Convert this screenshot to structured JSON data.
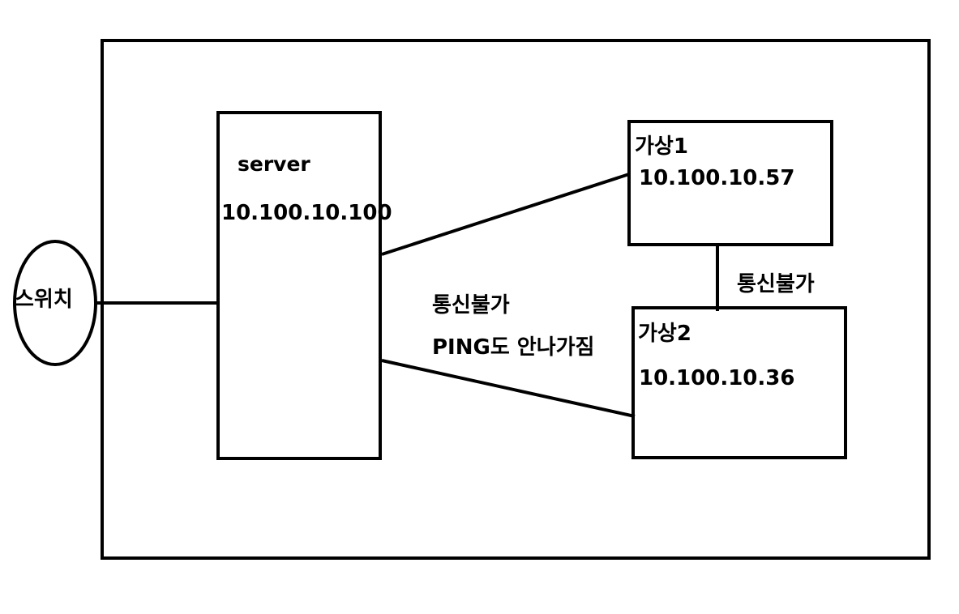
{
  "switch": {
    "label": "스위치"
  },
  "server": {
    "name": "server",
    "ip": "10.100.10.100"
  },
  "vm1": {
    "name": "가상1",
    "ip": "10.100.10.57"
  },
  "vm2": {
    "name": "가상2",
    "ip": "10.100.10.36"
  },
  "link_server_vm2": {
    "status": "통신불가",
    "note": "PING도 안나가짐"
  },
  "link_vm1_vm2": {
    "status": "통신불가"
  },
  "colors": {
    "stroke": "#000000",
    "background": "#ffffff"
  }
}
